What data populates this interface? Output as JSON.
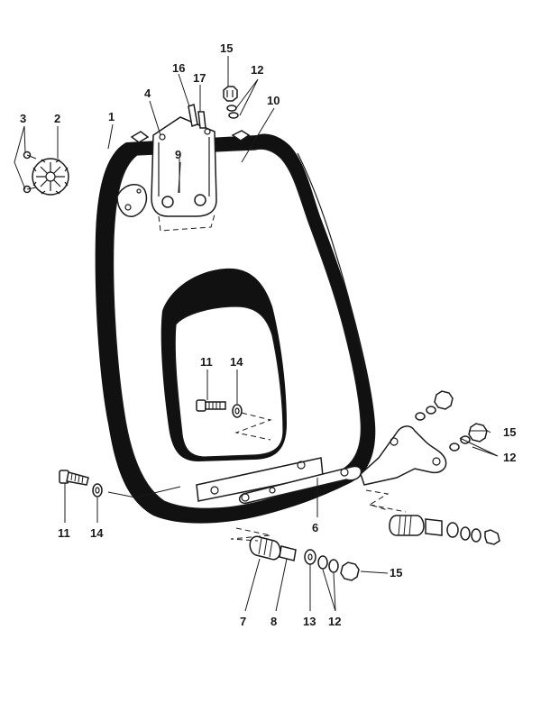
{
  "labels": {
    "l1": "1",
    "l2": "2",
    "l3": "3",
    "l4": "4",
    "l9": "9",
    "l10": "10",
    "l15_top": "15",
    "l16": "16",
    "l17": "17",
    "l12_top": "12",
    "l11_mid": "11",
    "l14_mid": "14",
    "l15_right": "15",
    "l12_right": "12",
    "l11_left": "11",
    "l14_left": "14",
    "l6": "6",
    "l7": "7",
    "l8": "8",
    "l13": "13",
    "l12_bottom": "12",
    "l15_bottom": "15"
  },
  "colors": {
    "ink": "#1a1a1a",
    "fill": "#111111",
    "paper": "#ffffff"
  }
}
